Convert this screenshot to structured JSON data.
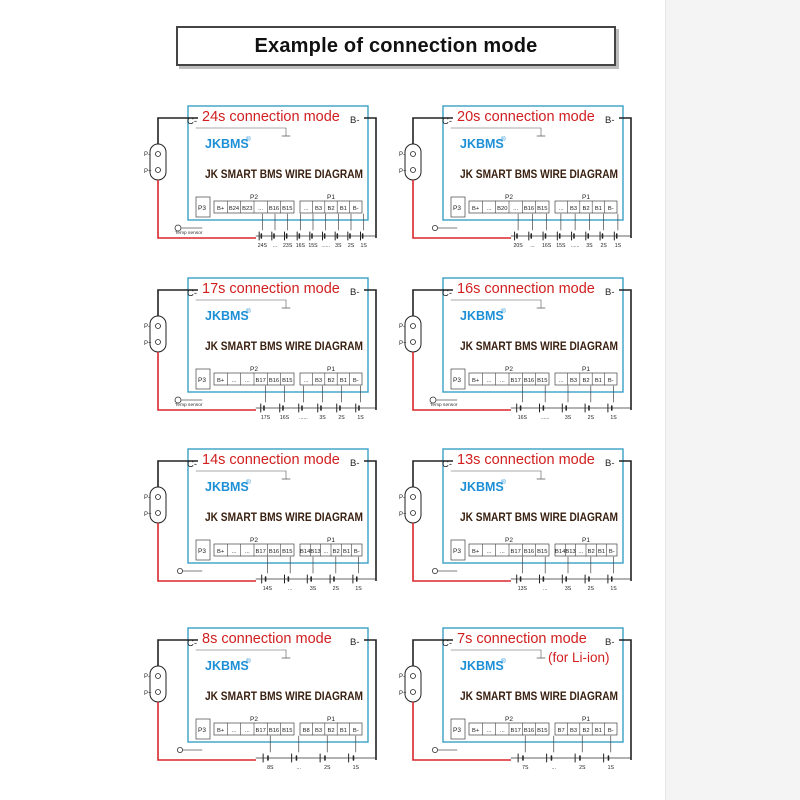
{
  "page": {
    "title": "Example of connection mode"
  },
  "common": {
    "brand": "JKBMS",
    "reg": "®",
    "wire_diagram": "JK SMART BMS WIRE DIAGRAM",
    "c_minus": "C-",
    "b_minus": "B-",
    "p_minus": "P-",
    "p_plus": "P+",
    "p3": "P3",
    "p2": "P2",
    "p1": "P1",
    "temp_sensor": "Temp sensor",
    "dots": "......"
  },
  "colors": {
    "frame": "#3aa0c4",
    "heading": "#d11f1f",
    "brand": "#1d8fd6",
    "wire_red": "#d9262b",
    "wire_black": "#222222",
    "diagram_text": "#3a2010"
  },
  "panels": [
    {
      "mode": "24s connection mode",
      "note": "",
      "temp": true,
      "p2": [
        "B+",
        "B24",
        "B23",
        "...",
        "B16",
        "B15"
      ],
      "p1": [
        "...",
        "B3",
        "B2",
        "B1",
        "B-"
      ],
      "cells": [
        "24S",
        "...",
        "23S",
        "16S",
        "15S",
        "......",
        "3S",
        "2S",
        "1S"
      ]
    },
    {
      "mode": "20s connection mode",
      "note": "",
      "temp": false,
      "p2": [
        "B+",
        "...",
        "B20",
        "...",
        "B16",
        "B15"
      ],
      "p1": [
        "...",
        "B3",
        "B2",
        "B1",
        "B-"
      ],
      "cells": [
        "20S",
        "...",
        "16S",
        "15S",
        "......",
        "3S",
        "2S",
        "1S"
      ]
    },
    {
      "mode": "17s connection mode",
      "note": "",
      "temp": true,
      "p2": [
        "B+",
        "...",
        "...",
        "B17",
        "B16",
        "B15"
      ],
      "p1": [
        "...",
        "B3",
        "B2",
        "B1",
        "B-"
      ],
      "cells": [
        "17S",
        "16S",
        "......",
        "3S",
        "2S",
        "1S"
      ]
    },
    {
      "mode": "16s connection mode",
      "note": "",
      "temp": true,
      "p2": [
        "B+",
        "...",
        "...",
        "B17",
        "B16",
        "B15"
      ],
      "p1": [
        "...",
        "B3",
        "B2",
        "B1",
        "B-"
      ],
      "cells": [
        "16S",
        "......",
        "3S",
        "2S",
        "1S"
      ]
    },
    {
      "mode": "14s connection mode",
      "note": "",
      "temp": false,
      "p2": [
        "B+",
        "...",
        "...",
        "B17",
        "B16",
        "B15"
      ],
      "p1": [
        "B14",
        "B13",
        "...",
        "B2",
        "B1",
        "B-"
      ],
      "cells": [
        "14S",
        "...",
        "3S",
        "2S",
        "1S"
      ]
    },
    {
      "mode": "13s connection mode",
      "note": "",
      "temp": false,
      "p2": [
        "B+",
        "...",
        "...",
        "B17",
        "B16",
        "B15"
      ],
      "p1": [
        "B14",
        "B13",
        "...",
        "B2",
        "B1",
        "B-"
      ],
      "cells": [
        "13S",
        "...",
        "3S",
        "2S",
        "1S"
      ]
    },
    {
      "mode": "8s connection mode",
      "note": "",
      "temp": false,
      "p2": [
        "B+",
        "...",
        "...",
        "B17",
        "B16",
        "B15"
      ],
      "p1": [
        "B8",
        "B3",
        "B2",
        "B1",
        "B-"
      ],
      "cells": [
        "8S",
        "...",
        "2S",
        "1S"
      ]
    },
    {
      "mode": "7s connection mode",
      "note": "(for Li-ion)",
      "temp": false,
      "p2": [
        "B+",
        "...",
        "...",
        "B17",
        "B16",
        "B15"
      ],
      "p1": [
        "B7",
        "B3",
        "B2",
        "B1",
        "B-"
      ],
      "cells": [
        "7S",
        "...",
        "2S",
        "1S"
      ]
    }
  ]
}
